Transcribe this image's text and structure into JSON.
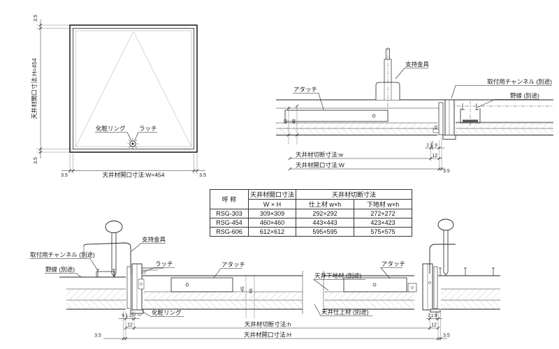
{
  "plan": {
    "dim_top_35": "3.5",
    "dim_bottom_35": "3.5",
    "dim_left_label": "天井材開口寸法:H=454",
    "dim_w_left": "3.5",
    "dim_w_label": "天井材開口寸法:W=454",
    "dim_w_right": "3.5",
    "label_ring": "化粧リング",
    "label_latch": "ラッチ"
  },
  "top_section": {
    "label_attach": "アタッチ",
    "label_support": "支持金具",
    "label_channel": "取付用チャンネル (別途)",
    "label_joist": "野縁 (別途)",
    "dim_45": "45",
    "dim_46": "46",
    "dim_2": "2",
    "dim_1": "1",
    "dim_9": "9",
    "dim_12": "12",
    "dim_35": "3.5",
    "dim_cut": "天井材切断寸法:w",
    "dim_open": "天井材開口寸法:W"
  },
  "spec_table": {
    "col_name": "呼 称",
    "col_open": "天井材開口寸法",
    "col_cut": "天井材切断寸法",
    "sub_wh": "W × H",
    "sub_finish": "仕上材 w×h",
    "sub_base": "下地材 w×h",
    "rows": [
      {
        "name": "RSG-303",
        "open": "309×309",
        "finish": "292×292",
        "base": "272×272"
      },
      {
        "name": "RSG-454",
        "open": "460×460",
        "finish": "443×443",
        "base": "423×423"
      },
      {
        "name": "RSG-606",
        "open": "612×612",
        "finish": "595×595",
        "base": "575×575"
      }
    ]
  },
  "bottom_section": {
    "label_channel": "取付用チャンネル (別途)",
    "label_joist": "野縁 (別途)",
    "label_support": "支持金具",
    "label_latch": "ラッチ",
    "label_attach_left": "アタッチ",
    "label_attach_right": "アタッチ",
    "label_ring": "化粧リング",
    "label_base": "天井下地材 (別途)",
    "label_finish": "天井仕上材 (別途)",
    "dim_left_9": "9",
    "dim_left_1": "1",
    "dim_left_2": "2",
    "dim_left_12": "12",
    "dim_left_35": "3.5",
    "dim_right_2": "2",
    "dim_right_1": "1",
    "dim_right_9": "9",
    "dim_right_12": "12",
    "dim_right_35": "3.5",
    "dim_45": "45",
    "dim_46": "46",
    "dim_cut": "天井材切断寸法:h",
    "dim_open": "天井材開口寸法:H"
  }
}
